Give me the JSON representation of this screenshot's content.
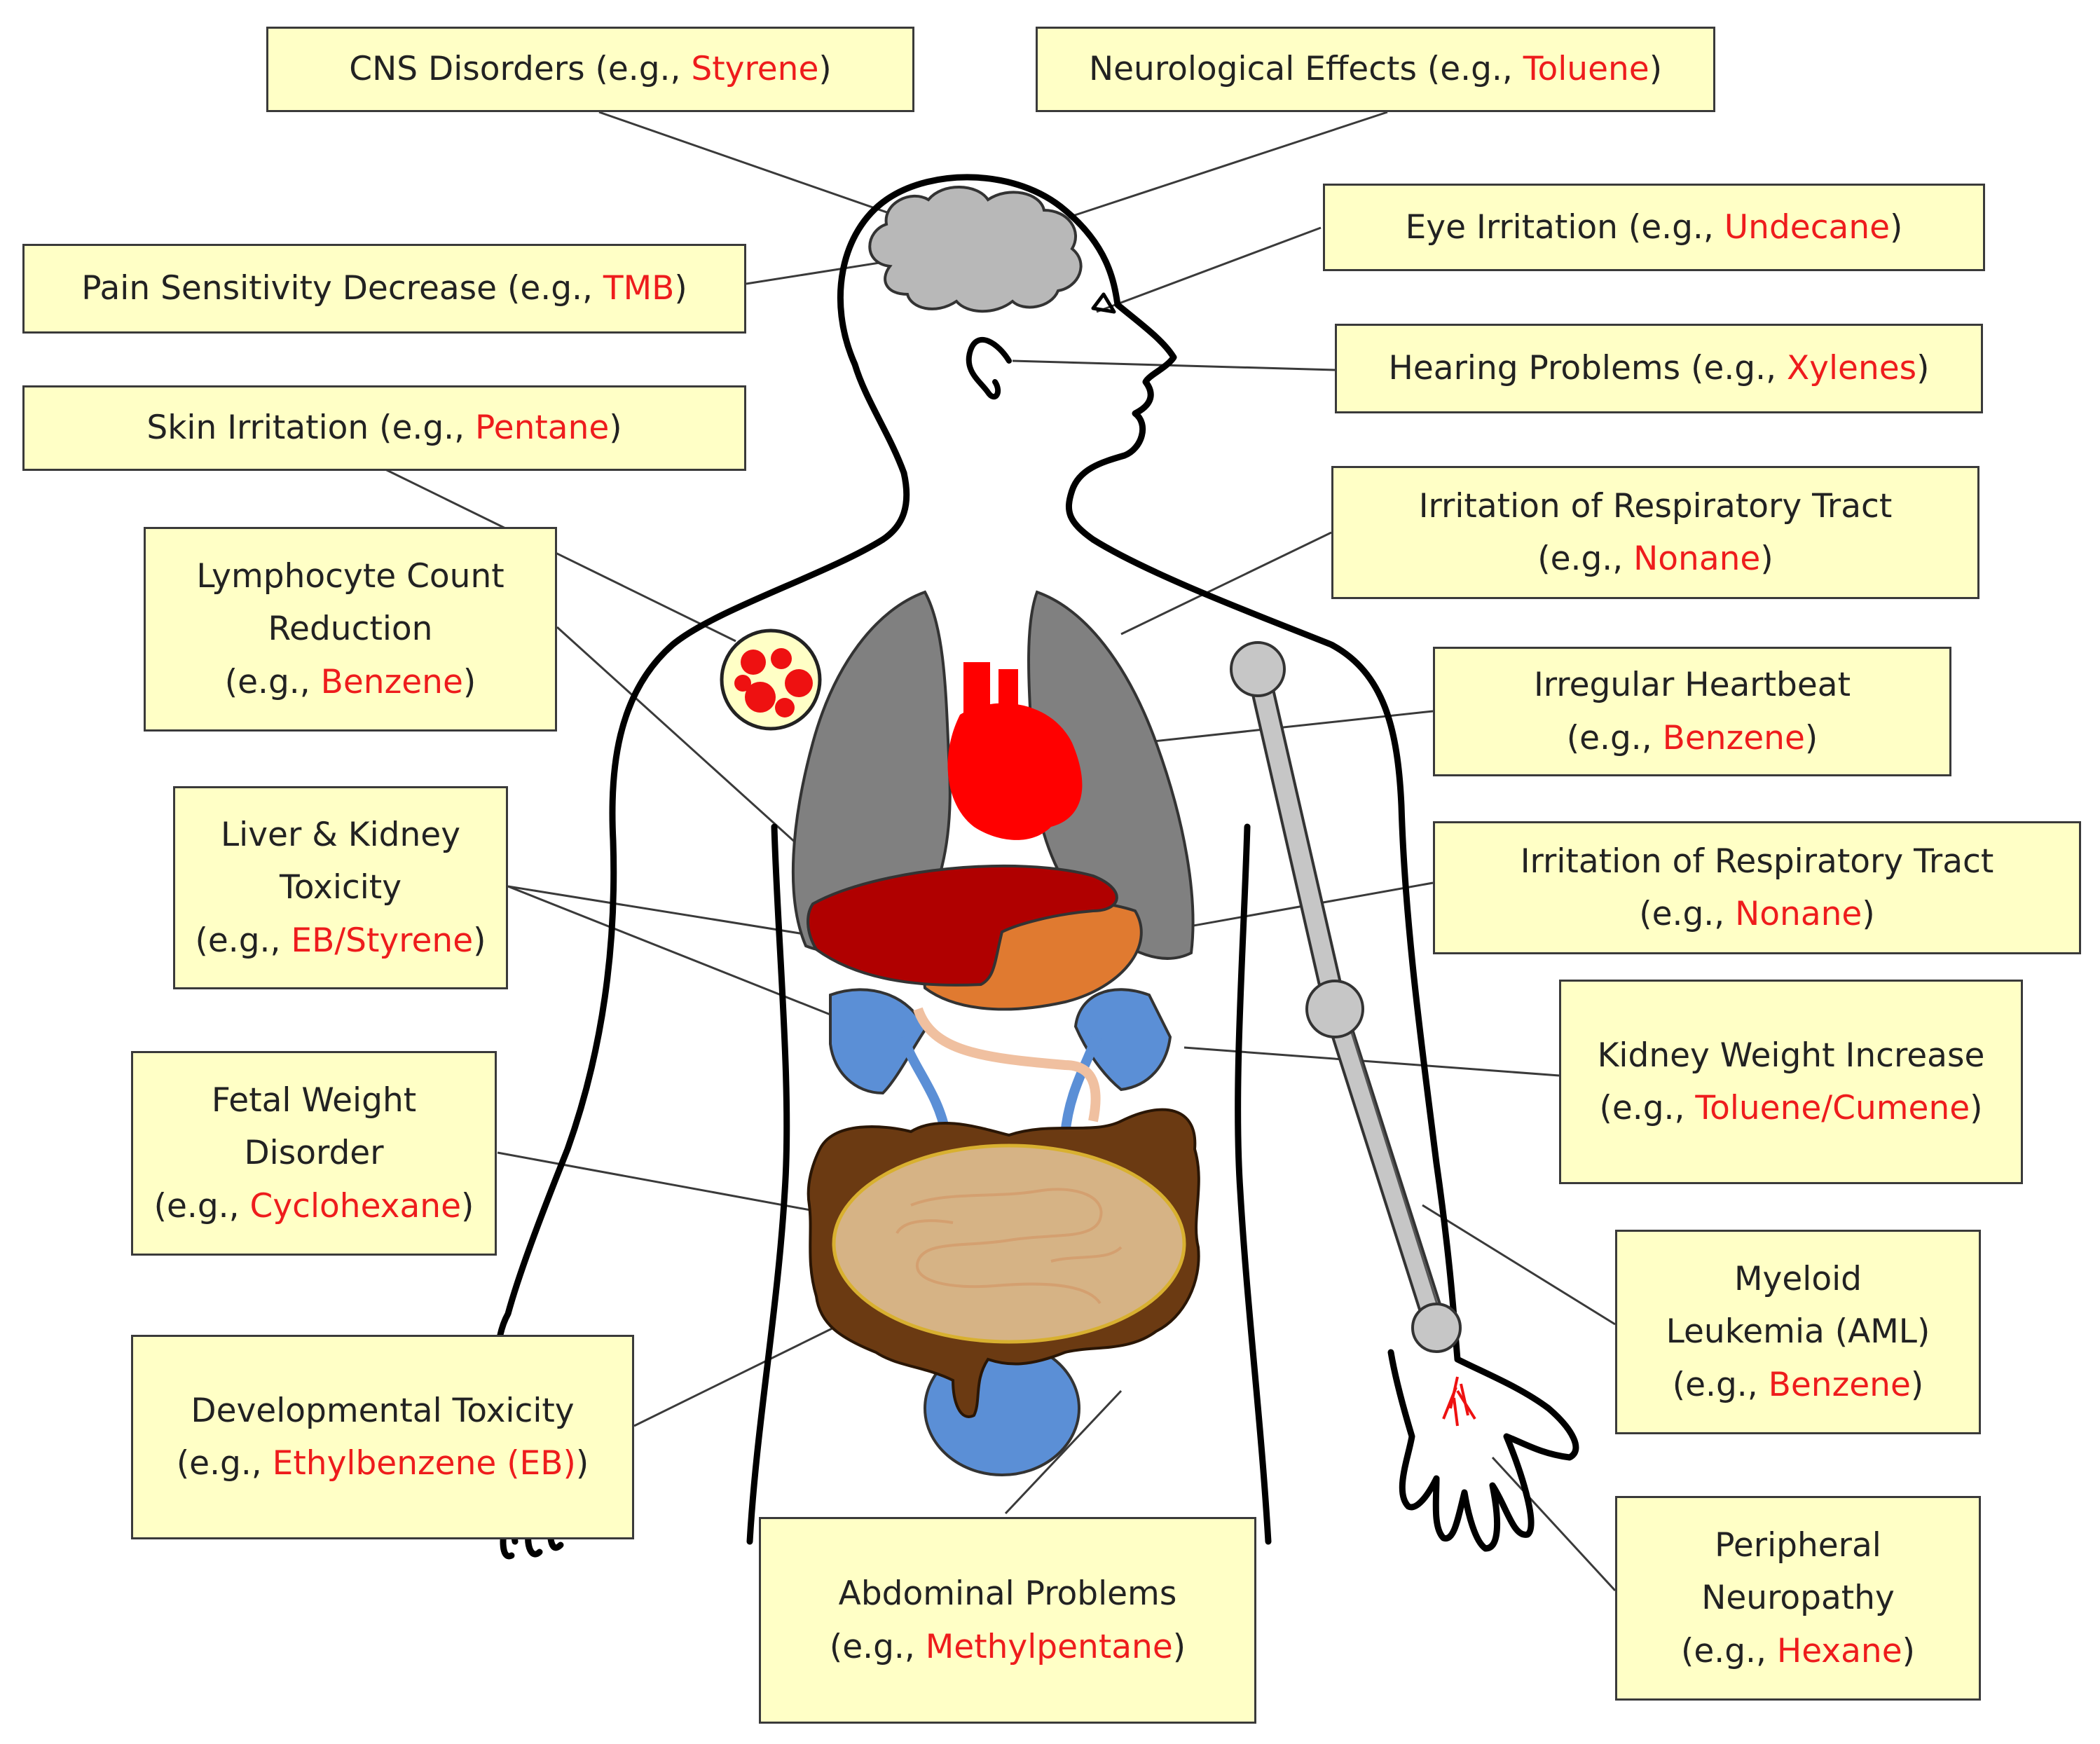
{
  "labels": [
    {
      "id": "cns",
      "lines": [
        "CNS Disorders (e.g., "
      ],
      "example": "Styrene",
      "suffix": ")"
    },
    {
      "id": "neuro",
      "lines": [
        "Neurological Effects (e.g., "
      ],
      "example": "Toluene",
      "suffix": ")"
    },
    {
      "id": "eye",
      "lines": [
        "Eye Irritation (e.g., "
      ],
      "example": "Undecane",
      "suffix": ")"
    },
    {
      "id": "pain",
      "lines": [
        "Pain Sensitivity Decrease (e.g., "
      ],
      "example": "TMB",
      "suffix": ")"
    },
    {
      "id": "hearing",
      "lines": [
        "Hearing Problems (e.g., "
      ],
      "example": "Xylenes",
      "suffix": ")"
    },
    {
      "id": "skin",
      "lines": [
        "Skin Irritation (e.g., "
      ],
      "example": "Pentane",
      "suffix": ")"
    },
    {
      "id": "resp1",
      "lines": [
        "Irritation of Respiratory Tract",
        "(e.g., "
      ],
      "example": "Nonane",
      "suffix": ")"
    },
    {
      "id": "lympho",
      "lines": [
        "Lymphocyte Count",
        "Reduction",
        "(e.g., "
      ],
      "example": "Benzene",
      "suffix": ")"
    },
    {
      "id": "heart",
      "lines": [
        "Irregular Heartbeat",
        "(e.g., "
      ],
      "example": "Benzene",
      "suffix": ")"
    },
    {
      "id": "liver",
      "lines": [
        "Liver & Kidney",
        "Toxicity",
        "(e.g., "
      ],
      "example": "EB/Styrene",
      "suffix": ")"
    },
    {
      "id": "resp2",
      "lines": [
        "Irritation of Respiratory Tract",
        "(e.g., "
      ],
      "example": "Nonane",
      "suffix": ")"
    },
    {
      "id": "kidney",
      "lines": [
        "Kidney Weight Increase",
        "(e.g., "
      ],
      "example": "Toluene/Cumene",
      "suffix": ")"
    },
    {
      "id": "fetal",
      "lines": [
        "Fetal Weight",
        "Disorder",
        "(e.g., "
      ],
      "example": "Cyclohexane",
      "suffix": ")"
    },
    {
      "id": "myeloid",
      "lines": [
        "Myeloid",
        "Leukemia (AML)",
        "(e.g., "
      ],
      "example": "Benzene",
      "suffix": ")"
    },
    {
      "id": "develop",
      "lines": [
        "Developmental Toxicity",
        "(e.g., "
      ],
      "example": "Ethylbenzene (EB)",
      "suffix": ")"
    },
    {
      "id": "abdominal",
      "lines": [
        "Abdominal Problems",
        "(e.g., "
      ],
      "example": "Methylpentane",
      "suffix": ")"
    },
    {
      "id": "periph",
      "lines": [
        "Peripheral",
        "Neuropathy",
        "(e.g., "
      ],
      "example": "Hexane",
      "suffix": ")"
    }
  ],
  "colors": {
    "box_fill": "#ffffc6",
    "example_text": "#ee1c1c",
    "brain": "#b8b8b8",
    "lungs": "#808080",
    "heart": "#ff0000",
    "liver": "#b00000",
    "stomach": "#e07a30",
    "kidneys": "#5b8fd6",
    "intestine": "#6b3a12",
    "bone": "#c6c6c6"
  }
}
